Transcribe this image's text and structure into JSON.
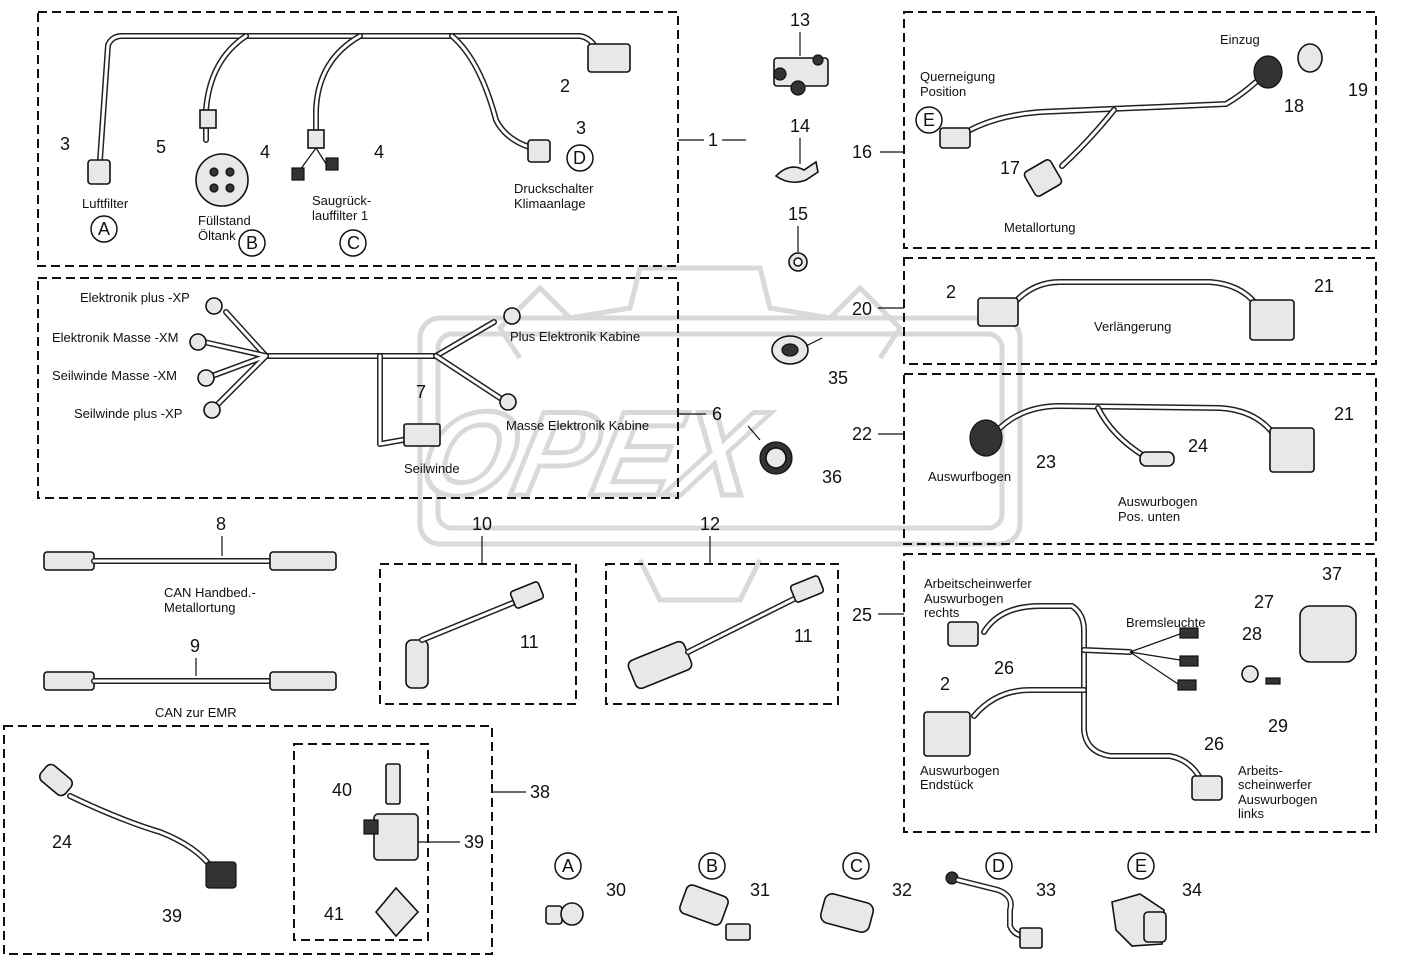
{
  "watermark": "OPEX",
  "boxes": {
    "b1": {
      "number": "1",
      "labels": {
        "luftfilter": "Luftfilter",
        "fuellstand_1": "Füllstand",
        "fuellstand_2": "Öltank",
        "saug_1": "Saugrück-",
        "saug_2": "lauffilter 1",
        "druck_1": "Druckschalter",
        "druck_2": "Klimaanlage"
      }
    },
    "b6": {
      "number": "6",
      "labels": {
        "el_plus": "Elektronik plus -XP",
        "el_masse": "Elektronik Masse -XM",
        "sw_masse": "Seilwinde Masse -XM",
        "sw_plus": "Seilwinde plus -XP",
        "plus_kab": "Plus Elektronik Kabine",
        "masse_kab": "Masse Elektronik Kabine",
        "seilwinde": "Seilwinde"
      }
    },
    "b16": {
      "number": "16",
      "labels": {
        "querneigung": "Querneigung",
        "position": "Position",
        "einzug": "Einzug",
        "metallortung": "Metallortung"
      }
    },
    "b20": {
      "number": "20",
      "labels": {
        "verlaengerung": "Verlängerung"
      }
    },
    "b22": {
      "number": "22",
      "labels": {
        "auswurfbogen": "Auswurfbogen",
        "pos_1": "Auswurbogen",
        "pos_2": "Pos. unten"
      }
    },
    "b25": {
      "number": "25",
      "labels": {
        "aw_re_1": "Arbeitscheinwerfer",
        "aw_re_2": "Auswurbogen",
        "aw_re_3": "rechts",
        "brems": "Bremsleuchte",
        "end_1": "Auswurbogen",
        "end_2": "Endstück",
        "aw_li_1": "Arbeits-",
        "aw_li_2": "scheinwerfer",
        "aw_li_3": "Auswurbogen",
        "aw_li_4": "links"
      }
    },
    "b38": {
      "number": "38"
    },
    "cables": {
      "can_hand_1": "CAN Handbed.-",
      "can_hand_2": "Metallortung",
      "can_emr": "CAN zur EMR"
    }
  },
  "letters": [
    "A",
    "B",
    "C",
    "D",
    "E"
  ],
  "part_numbers": {
    "p2": "2",
    "p3": "3",
    "p4": "4",
    "p5": "5",
    "p7": "7",
    "p8": "8",
    "p9": "9",
    "p10": "10",
    "p11": "11",
    "p12": "12",
    "p13": "13",
    "p14": "14",
    "p15": "15",
    "p17": "17",
    "p18": "18",
    "p19": "19",
    "p21": "21",
    "p23": "23",
    "p24": "24",
    "p26": "26",
    "p27": "27",
    "p28": "28",
    "p29": "29",
    "p30": "30",
    "p31": "31",
    "p32": "32",
    "p33": "33",
    "p34": "34",
    "p35": "35",
    "p36": "36",
    "p37": "37",
    "p39": "39",
    "p40": "40",
    "p41": "41"
  }
}
